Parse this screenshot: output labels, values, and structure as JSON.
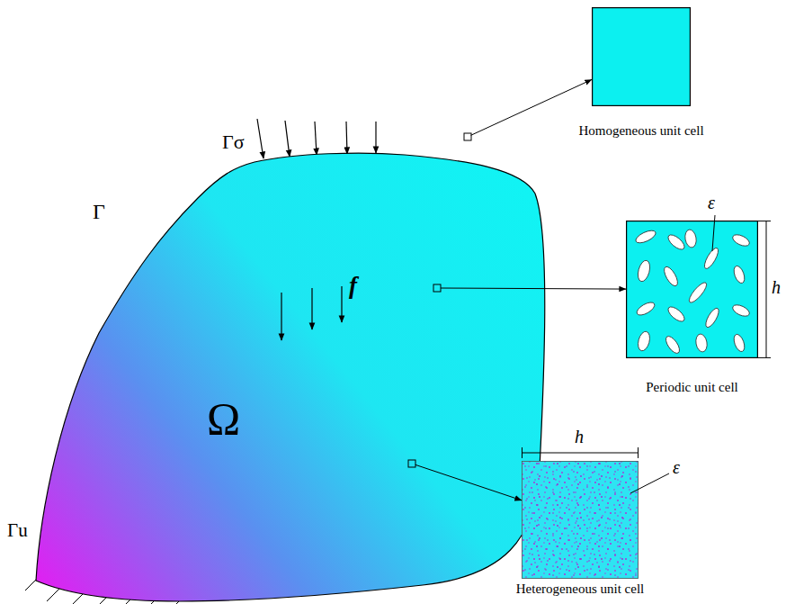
{
  "diagram": {
    "nodes": [
      {
        "text": [
          "f",
          "Ω"
        ]
      },
      {
        "text": [
          "Homogeneous unit cell"
        ]
      },
      {
        "text": [
          "Periodic unit cell"
        ]
      },
      {
        "text": [
          "Heterogeneous unit cell"
        ]
      }
    ],
    "edges": [
      {
        "from": 0,
        "to": 1,
        "arrow": "to"
      },
      {
        "from": 0,
        "to": 2,
        "arrow": "to"
      },
      {
        "from": 0,
        "to": 3,
        "arrow": "to"
      }
    ],
    "labels": [
      "Γσ",
      "Γ",
      "ε",
      "h",
      "Γu",
      "h",
      "ε"
    ]
  }
}
